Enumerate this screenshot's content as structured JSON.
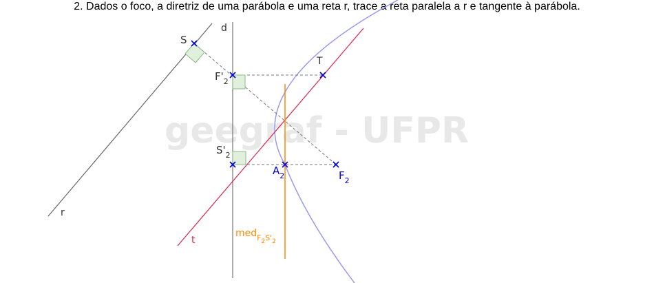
{
  "question": {
    "text": "2. Dados o foco, a diretriz de uma parábola e uma reta r, trace a reta paralela a r e tangente à parábola."
  },
  "watermark": {
    "text": "geegraf - UFPR",
    "color": "#e8e8e8"
  },
  "labels": {
    "S": "S",
    "F2prime": "F'",
    "F2prime_sub": "2",
    "T": "T",
    "S2prime": "S'",
    "S2prime_sub": "2",
    "A2": "A",
    "A2_sub": "2",
    "F2": "F",
    "F2_sub": "2",
    "r": "r",
    "t": "t",
    "d": "d",
    "med_main": "med",
    "med_sub1": "F",
    "med_sub2": "2",
    "med_sub3": "S'",
    "med_sub4": "2"
  },
  "colors": {
    "line_r": "#666666",
    "directrix": "#777777",
    "tangent_t": "#dd2244",
    "mediatrix": "#ff8800",
    "parabola": "#9999ee",
    "dashed": "#777777",
    "points": "#0000dd",
    "right_angle_fill": "#e0f0dc",
    "right_angle_stroke": "#88bb88",
    "label_blue": "#0000cc",
    "label_orange": "#ff8800",
    "label_dark": "#333333"
  }
}
